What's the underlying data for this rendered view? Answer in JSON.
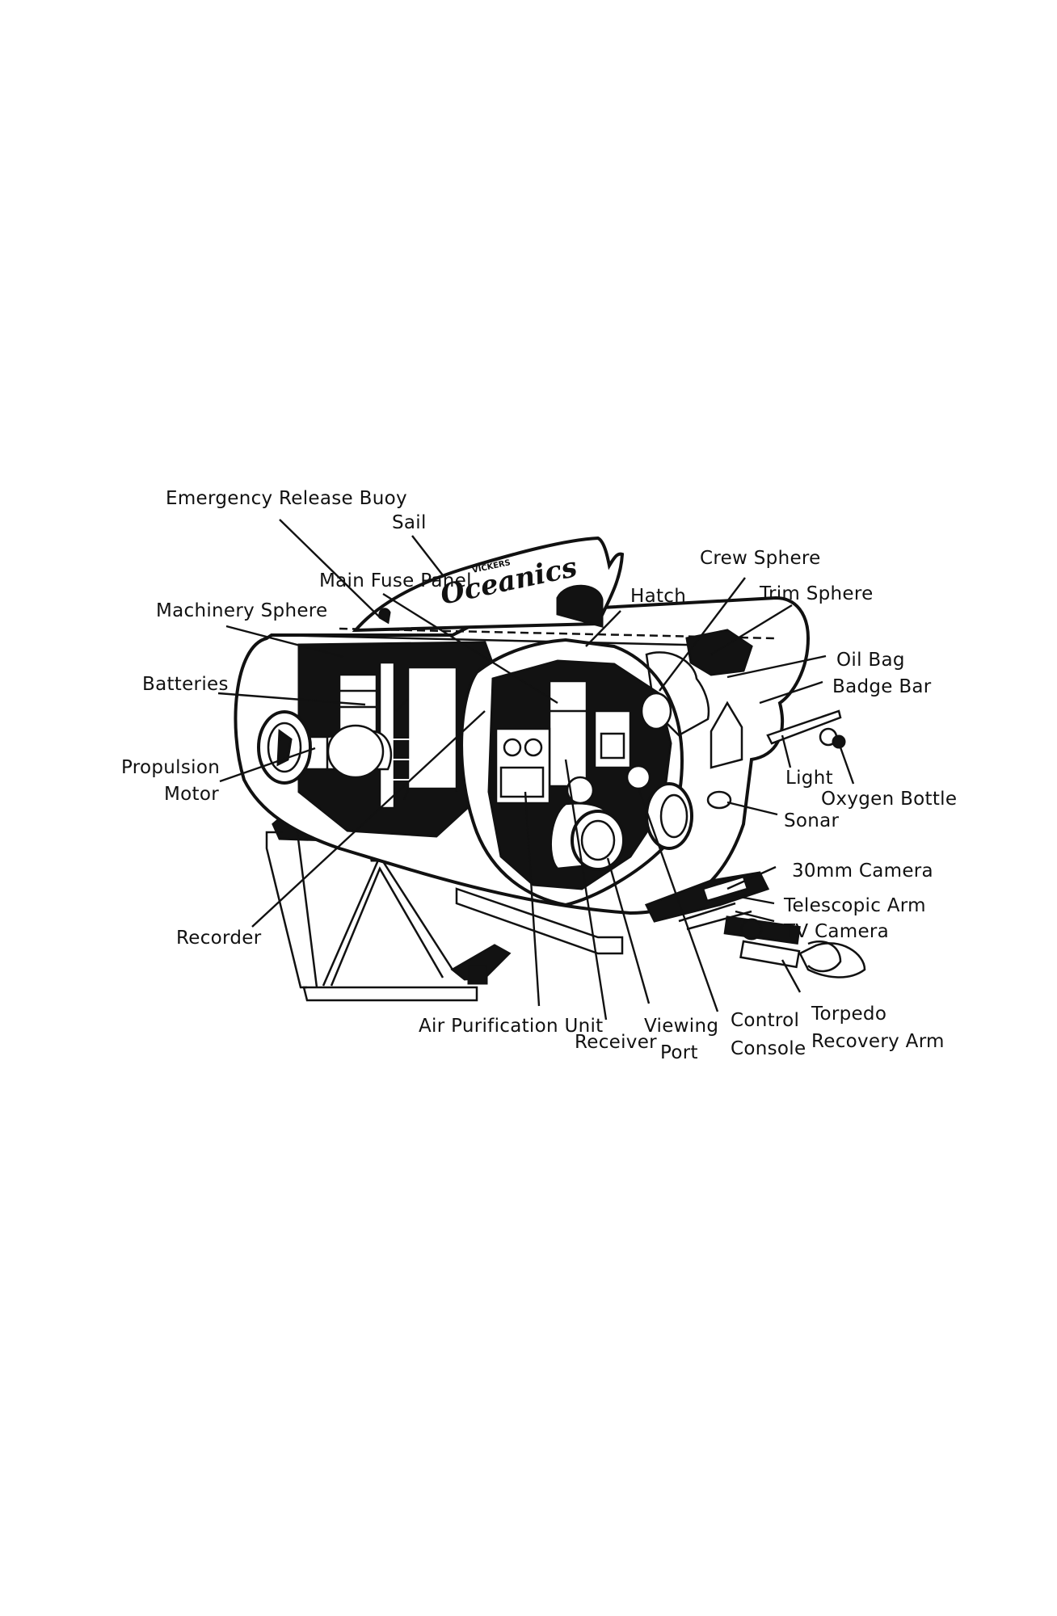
{
  "labels": {
    "emergency_release_buoy": "Emergency Release Buoy",
    "sail": "Sail",
    "main_fuse_panel": "Main Fuse Panel",
    "machinery_sphere": "Machinery Sphere",
    "batteries": "Batteries",
    "propulsion_motor_line1": "Propulsion",
    "propulsion_motor_line2": "Motor",
    "recorder": "Recorder",
    "hatch": "Hatch",
    "crew_sphere": "Crew Sphere",
    "trim_sphere": "Trim Sphere",
    "oil_bag": "Oil Bag",
    "badge_bar": "Badge Bar",
    "light": "Light",
    "oxygen_bottle": "Oxygen Bottle",
    "sonar": "Sonar",
    "camera_30mm": "30mm Camera",
    "telescopic_arm": "Telescopic Arm",
    "tv_camera": "TV Camera",
    "torpedo_recovery_arm_line1": "Torpedo",
    "torpedo_recovery_arm_line2": "Recovery Arm",
    "air_purification_unit": "Air Purification Unit",
    "receiver": "Receiver",
    "viewing_port_line1": "Viewing",
    "viewing_port_line2": "Port",
    "control_console_line1": "Control",
    "control_console_line2": "Console"
  },
  "sail_logo": {
    "small_text": "VICKERS",
    "big_text": "Oceanics"
  }
}
